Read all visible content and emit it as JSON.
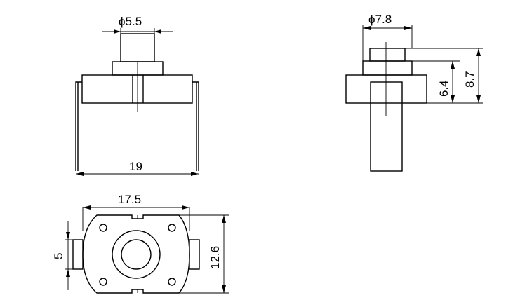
{
  "diagram": {
    "front_view": {
      "shaft_diameter": "ϕ5.5",
      "pin_span": "19"
    },
    "side_view": {
      "shaft_diameter": "ϕ7.8",
      "body_height": "6.4",
      "total_height": "8.7"
    },
    "bottom_view": {
      "body_width": "17.5",
      "body_height": "12.6",
      "pin_width": "5"
    }
  }
}
